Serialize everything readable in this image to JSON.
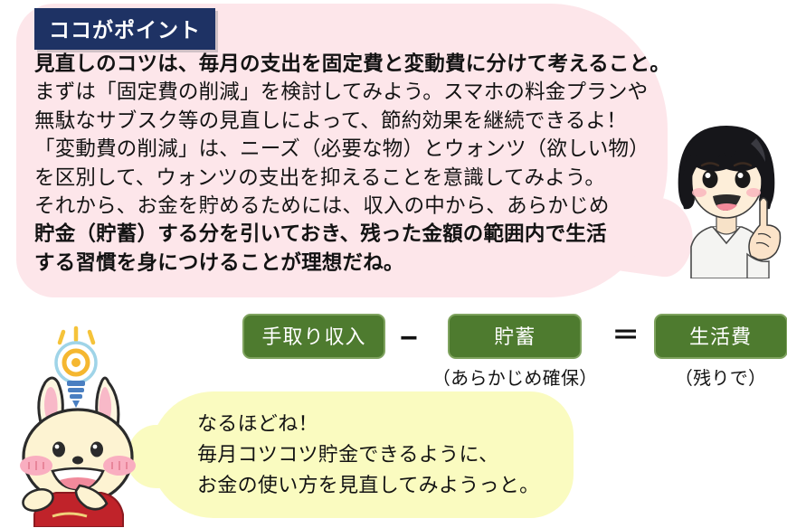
{
  "header": {
    "badge_label": "ココがポイント",
    "badge_bg": "#1e3264",
    "badge_text_color": "#ffffff"
  },
  "pink_bubble": {
    "bg_color": "#fde6ea",
    "lines": [
      {
        "text": "見直しのコツは、毎月の支出を固定費と変動費に分けて考えること。",
        "bold": true
      },
      {
        "text": "まずは「固定費の削減」を検討してみよう。スマホの料金プランや",
        "bold": false
      },
      {
        "text": "無駄なサブスク等の見直しによって、節約効果を継続できるよ！",
        "bold": false
      },
      {
        "text": "「変動費の削減」は、ニーズ（必要な物）とウォンツ（欲しい物）",
        "bold": false
      },
      {
        "text": "を区別して、ウォンツの支出を抑えることを意識してみよう。",
        "bold": false
      },
      {
        "text": "それから、お金を貯めるためには、収入の中から、あらかじめ",
        "bold": false
      },
      {
        "text": "貯金（貯蓄）する分を引いておき、残った金額の範囲内で生活",
        "bold": true
      },
      {
        "text": "する習慣を身につけることが理想だね。",
        "bold": true
      }
    ]
  },
  "formula": {
    "box_color": "#4e7b2f",
    "box_border_color": "#7fa35f",
    "items": [
      {
        "label": "手取り収入",
        "note": ""
      },
      {
        "label": "貯蓄",
        "note": "（あらかじめ確保）"
      },
      {
        "label": "生活費",
        "note": "（残りで）"
      }
    ],
    "operator_minus": "−",
    "operator_equals": "＝"
  },
  "yellow_bubble": {
    "bg_color": "#fafbc0",
    "lines": [
      "なるほどね！",
      "毎月コツコツ貯金できるように、",
      "お金の使い方を見直してみようっと。"
    ]
  },
  "characters": {
    "girl": {
      "name": "girl-pointing-character",
      "hair_color": "#1a1a1a",
      "skin_color": "#fbe6cf",
      "shirt_color": "#f4f4f2"
    },
    "rabbit": {
      "name": "rabbit-mascot-character",
      "body_color": "#fdf3d2",
      "ear_inner_color": "#f8b9c8",
      "cheek_color": "#f9aec0",
      "outfit_color": "#c0232a",
      "bulb_glass_color": "#f5b730",
      "bulb_base_color": "#4a7fc1"
    }
  }
}
